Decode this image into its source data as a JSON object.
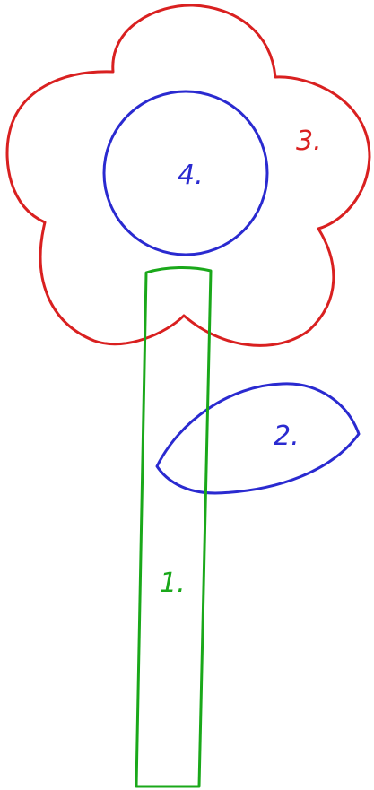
{
  "parts": [
    {
      "id": "stem",
      "label": "1.",
      "color": "#1aa81a",
      "shape": "rectangle"
    },
    {
      "id": "leaf",
      "label": "2.",
      "color": "#2a2ad0",
      "shape": "leaf"
    },
    {
      "id": "petals",
      "label": "3.",
      "color": "#d92020",
      "shape": "five-petal flower"
    },
    {
      "id": "center",
      "label": "4.",
      "color": "#2a2ad0",
      "shape": "circle"
    }
  ]
}
